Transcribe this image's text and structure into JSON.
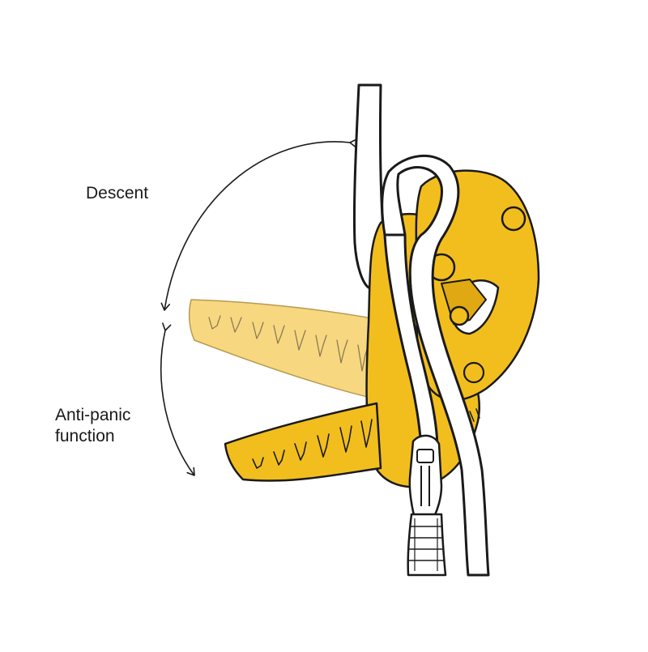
{
  "labels": {
    "descent": "Descent",
    "anti_panic_line1": "Anti-panic",
    "anti_panic_line2": "function"
  },
  "colors": {
    "device_yellow": "#f2be1e",
    "device_shadow": "#e0a812",
    "ghost_handle": "#f7d880",
    "outline": "#1a1a1a",
    "background": "#ffffff"
  }
}
